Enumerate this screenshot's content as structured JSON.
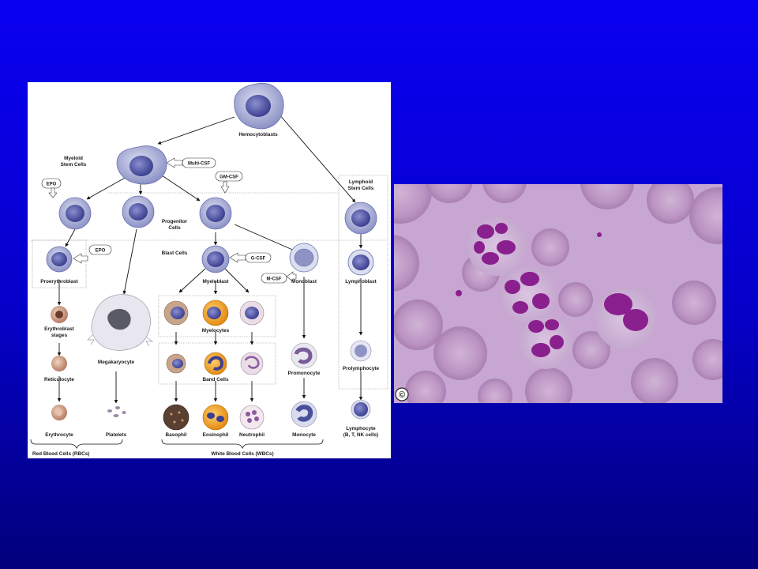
{
  "diagram": {
    "labels": {
      "hemocytoblasts": "Hemocytoblasts",
      "myeloid_1": "Myeloid",
      "myeloid_2": "Stem Cells",
      "lymphoid_1": "Lymphoid",
      "lymphoid_2": "Stem Cells",
      "progenitor_1": "Progenitor",
      "progenitor_2": "Cells",
      "blast_cells": "Blast Cells",
      "proerythroblast": "Proerythroblast",
      "myeloblast": "Myeloblast",
      "monoblast": "Monoblast",
      "lymphoblast": "Lymphoblast",
      "erythroblast_1": "Erythroblast",
      "erythroblast_2": "stages",
      "megakaryocyte": "Megakaryocyte",
      "myelocytes": "Myelocytes",
      "reticulocyte": "Reticulocyte",
      "band_cells": "Band Cells",
      "promonocyte": "Promonocyte",
      "prolymphocyte": "Prolymphocyte",
      "erythrocyte": "Erythrocyte",
      "platelets": "Platelets",
      "basophil": "Basophil",
      "eosinophil": "Eosinophil",
      "neutrophil": "Neutrophil",
      "monocyte": "Monocyte",
      "lymphocyte_1": "Lymphocyte",
      "lymphocyte_2": "(B, T, NK cells)",
      "rbc": "Red Blood Cells (RBCs)",
      "wbc": "White Blood Cells (WBCs)"
    },
    "factors": {
      "multi_csf": "Multi-CSF",
      "gm_csf": "GM-CSF",
      "epo_1": "EPO",
      "epo_2": "EPO",
      "g_csf": "G-CSF",
      "m_csf": "M-CSF"
    },
    "colors": {
      "stem_cytoplasm": "#c6cbe4",
      "stem_nucleus": "#5a5fa6",
      "erythro": "#d9a88e",
      "basophil_granules": "#3a2a1a",
      "eosinophil_granules": "#f2a018",
      "neutrophil_cytoplasm": "#ebdde6"
    }
  },
  "photo": {
    "copyright": "©",
    "colors": {
      "background": "#c5a3d0",
      "rbc": "#bf98c6",
      "nucleus": "#8a1f8e"
    }
  }
}
